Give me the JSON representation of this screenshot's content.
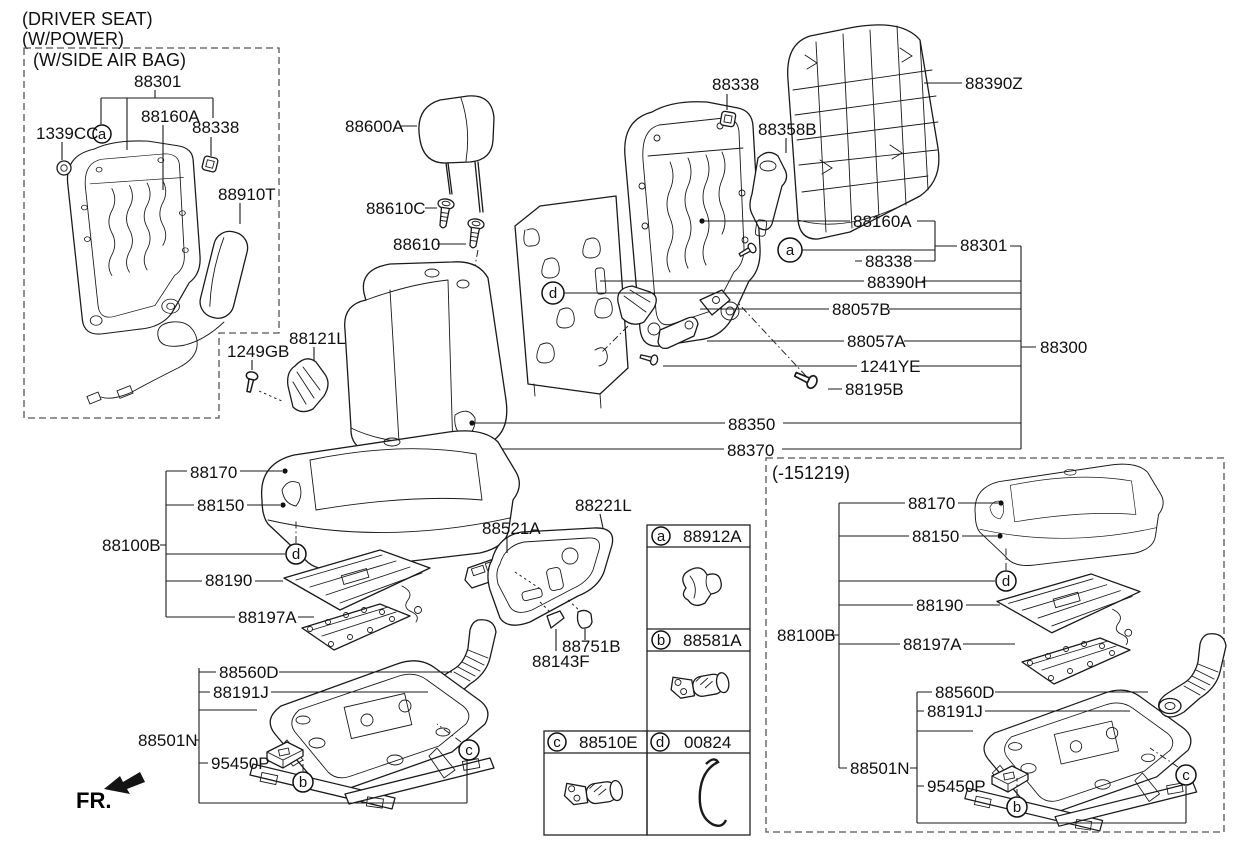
{
  "header": {
    "title_line1": "(DRIVER SEAT)",
    "title_line2": "(W/POWER)"
  },
  "direction_indicator": "FR.",
  "callouts": {
    "a": "a",
    "b": "b",
    "c": "c",
    "d": "d"
  },
  "side_airbag_group": {
    "title": "(W/SIDE AIR BAG)",
    "p88301": "88301",
    "p88160A": "88160A",
    "p88338": "88338",
    "p1339CC": "1339CC",
    "p88910T": "88910T",
    "p1249GB": "1249GB",
    "p88121L": "88121L"
  },
  "headrest_group": {
    "p88600A": "88600A",
    "p88610C": "88610C",
    "p88610": "88610"
  },
  "seatback_group": {
    "p88338_clip": "88338",
    "p88358B": "88358B",
    "p88390Z": "88390Z",
    "p88160A": "88160A",
    "p88301": "88301",
    "p88338": "88338",
    "p88390H": "88390H",
    "p88057B": "88057B",
    "p88057A": "88057A",
    "p1241YE": "1241YE",
    "p88195B": "88195B",
    "p88300": "88300",
    "p88350": "88350",
    "p88370": "88370"
  },
  "cushion_group": {
    "p88170": "88170",
    "p88150": "88150",
    "p88100B": "88100B",
    "p88190": "88190",
    "p88197A": "88197A"
  },
  "shield_group": {
    "p88521A": "88521A",
    "p88221L": "88221L",
    "p88751B": "88751B",
    "p88143F": "88143F"
  },
  "track_group": {
    "p88560D": "88560D",
    "p88191J": "88191J",
    "p88501N": "88501N",
    "p95450P": "95450P"
  },
  "legend": {
    "rows": [
      {
        "key": "a",
        "part": "88912A"
      },
      {
        "key": "b",
        "part": "88581A"
      },
      {
        "key": "c",
        "part": "88510E"
      },
      {
        "key": "d",
        "part": "00824"
      }
    ]
  },
  "pre_facelift_group": {
    "title": "(-151219)",
    "p88170": "88170",
    "p88150": "88150",
    "p88100B": "88100B",
    "p88190": "88190",
    "p88197A": "88197A",
    "p88560D": "88560D",
    "p88191J": "88191J",
    "p88501N": "88501N",
    "p95450P": "95450P"
  },
  "colors": {
    "line": "#1a1a1a",
    "background": "#ffffff",
    "dash_box": "#555555"
  }
}
